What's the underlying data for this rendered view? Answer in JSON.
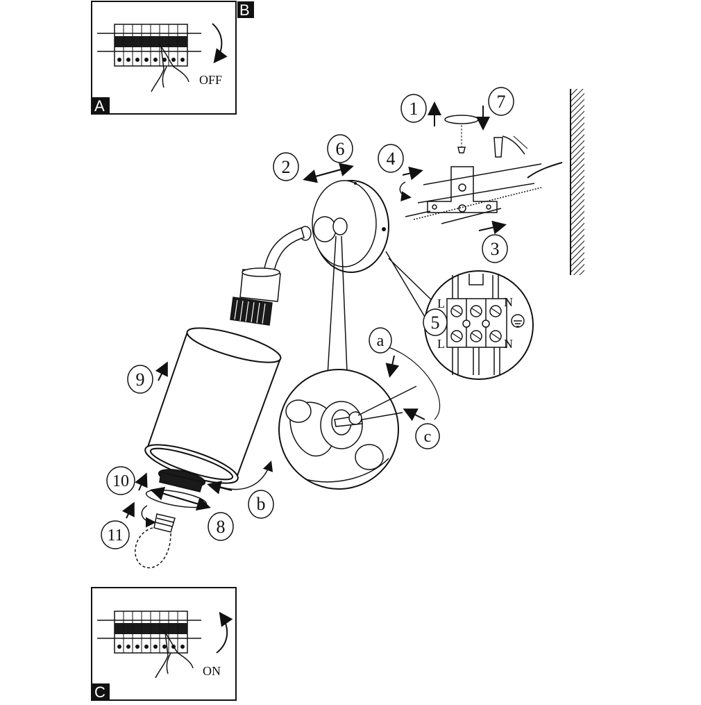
{
  "panels": {
    "top": {
      "corner_top": "B",
      "corner_bottom": "A",
      "label": "OFF"
    },
    "bottom": {
      "corner_bottom": "C",
      "label": "ON"
    }
  },
  "steps": [
    "1",
    "2",
    "3",
    "4",
    "5",
    "6",
    "7",
    "8",
    "9",
    "10",
    "11"
  ],
  "sub_steps": [
    "a",
    "b",
    "c"
  ],
  "terminal": {
    "left_top": "L",
    "left_bottom": "L",
    "right_top": "N",
    "right_bottom": "N"
  },
  "colors": {
    "ink": "#111111",
    "paper": "#ffffff",
    "fill_dark": "#1a1a1a",
    "fill_grey": "#d9d9d9"
  }
}
